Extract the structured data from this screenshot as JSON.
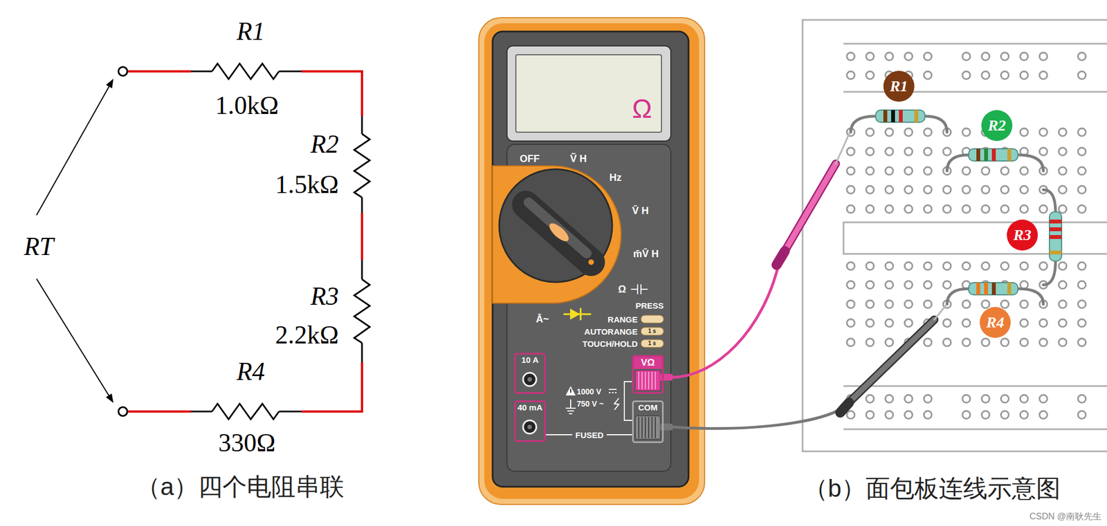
{
  "diagram": {
    "nodes": [
      {
        "text": [
          "Ω"
        ]
      },
      {
        "text": [
          "10 A"
        ]
      },
      {
        "text": [
          "VΩ"
        ]
      },
      {
        "text": [
          "40 mA"
        ]
      },
      {
        "text": [
          "COM"
        ]
      },
      {
        "text": [
          "R1"
        ]
      },
      {
        "text": [
          "R2"
        ]
      },
      {
        "text": [
          "R3"
        ]
      },
      {
        "text": [
          "R4"
        ]
      }
    ],
    "labels": [
      "R1",
      "1.0kΩ",
      "R2",
      "1.5kΩ",
      "R3",
      "2.2kΩ",
      "R4",
      "330Ω",
      "RT",
      "（a）四个电阻串联",
      "OFF",
      "Ṽ H",
      "Hz",
      "V̄ H",
      "m̄V̄ H",
      "Ω",
      "Ā~",
      "PRESS",
      "RANGE",
      "AUTORANGE",
      "1 s",
      "TOUCH/HOLD",
      "1 s",
      "1000 V",
      "750 V ~",
      "FUSED",
      "（b）面包板连线示意图",
      "CSDN @南耿先生"
    ]
  }
}
